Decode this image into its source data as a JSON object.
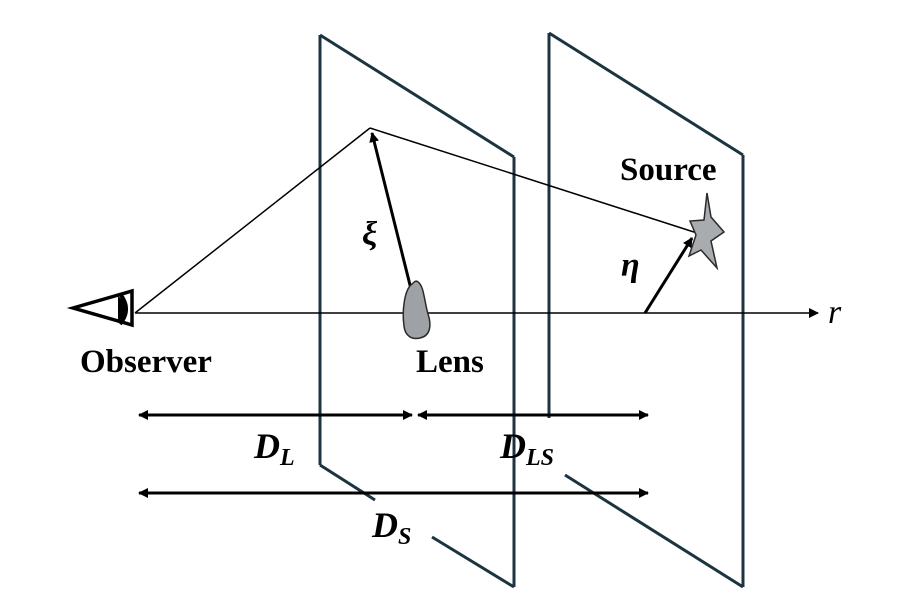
{
  "labels": {
    "observer": "Observer",
    "lens": "Lens",
    "source": "Source",
    "axis": "r",
    "xi": "ξ",
    "eta": "η",
    "dl_main": "D",
    "dl_sub": "L",
    "dls_main": "D",
    "dls_sub": "LS",
    "ds_main": "D",
    "ds_sub": "S"
  },
  "colors": {
    "plane": "#1c3340",
    "lines": "#000000",
    "star_fill": "#a8acae",
    "lens_fill": "#9ea2a6"
  }
}
